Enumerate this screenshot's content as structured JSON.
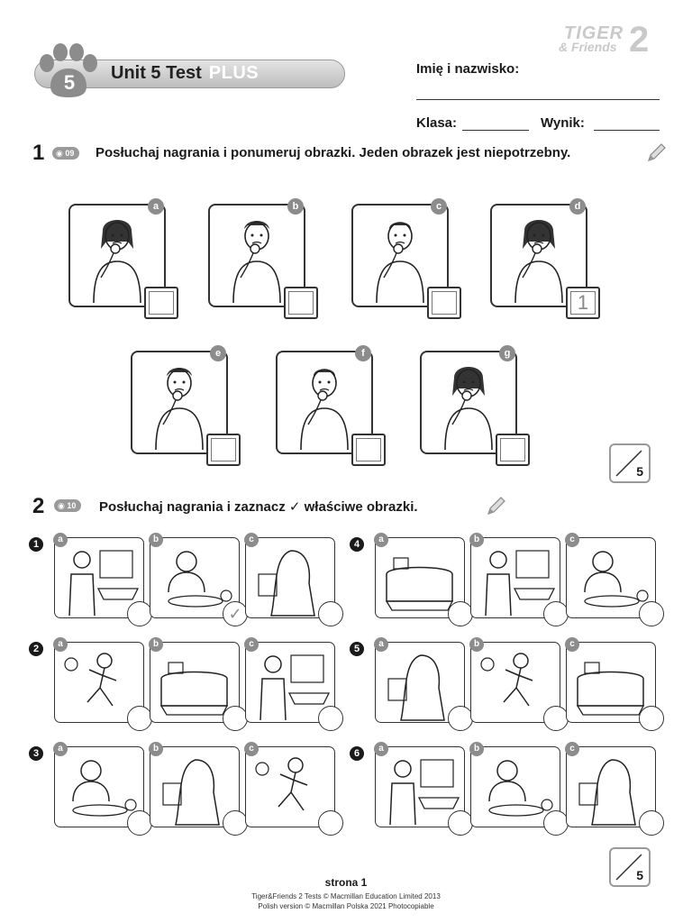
{
  "header": {
    "unit_number": "5",
    "unit_title": "Unit 5 Test",
    "unit_suffix": "PLUS",
    "logo_line1": "TIGER",
    "logo_line2": "& Friends",
    "logo_level": "2",
    "name_label": "Imię i nazwisko:",
    "class_label": "Klasa:",
    "score_label": "Wynik:"
  },
  "exercise1": {
    "number": "1",
    "audio_track": "09",
    "instruction": "Posłuchaj nagrania i ponumeruj obrazki. Jeden obrazek jest niepotrzebny.",
    "cards": [
      {
        "letter": "a",
        "answer": ""
      },
      {
        "letter": "b",
        "answer": ""
      },
      {
        "letter": "c",
        "answer": ""
      },
      {
        "letter": "d",
        "answer": "1"
      },
      {
        "letter": "e",
        "answer": ""
      },
      {
        "letter": "f",
        "answer": ""
      },
      {
        "letter": "g",
        "answer": ""
      }
    ],
    "max_score": "5"
  },
  "exercise2": {
    "number": "2",
    "audio_track": "10",
    "instruction": "Posłuchaj nagrania i zaznacz ✓ właściwe obrazki.",
    "rows": [
      {
        "number": "1",
        "options": [
          {
            "letter": "a",
            "mark": ""
          },
          {
            "letter": "b",
            "mark": "✓"
          },
          {
            "letter": "c",
            "mark": ""
          }
        ]
      },
      {
        "number": "2",
        "options": [
          {
            "letter": "a",
            "mark": ""
          },
          {
            "letter": "b",
            "mark": ""
          },
          {
            "letter": "c",
            "mark": ""
          }
        ]
      },
      {
        "number": "3",
        "options": [
          {
            "letter": "a",
            "mark": ""
          },
          {
            "letter": "b",
            "mark": ""
          },
          {
            "letter": "c",
            "mark": ""
          }
        ]
      },
      {
        "number": "4",
        "options": [
          {
            "letter": "a",
            "mark": ""
          },
          {
            "letter": "b",
            "mark": ""
          },
          {
            "letter": "c",
            "mark": ""
          }
        ]
      },
      {
        "number": "5",
        "options": [
          {
            "letter": "a",
            "mark": ""
          },
          {
            "letter": "b",
            "mark": ""
          },
          {
            "letter": "c",
            "mark": ""
          }
        ]
      },
      {
        "number": "6",
        "options": [
          {
            "letter": "a",
            "mark": ""
          },
          {
            "letter": "b",
            "mark": ""
          },
          {
            "letter": "c",
            "mark": ""
          }
        ]
      }
    ],
    "max_score": "5"
  },
  "footer": {
    "page_label": "strona 1",
    "copyright1": "Tiger&Friends 2 Tests © Macmillan Education Limited 2013",
    "copyright2": "Polish version © Macmillan Polska 2021 Photocopiable"
  },
  "colors": {
    "accent_grey": "#8c8c8c",
    "text": "#1a1a1a"
  }
}
